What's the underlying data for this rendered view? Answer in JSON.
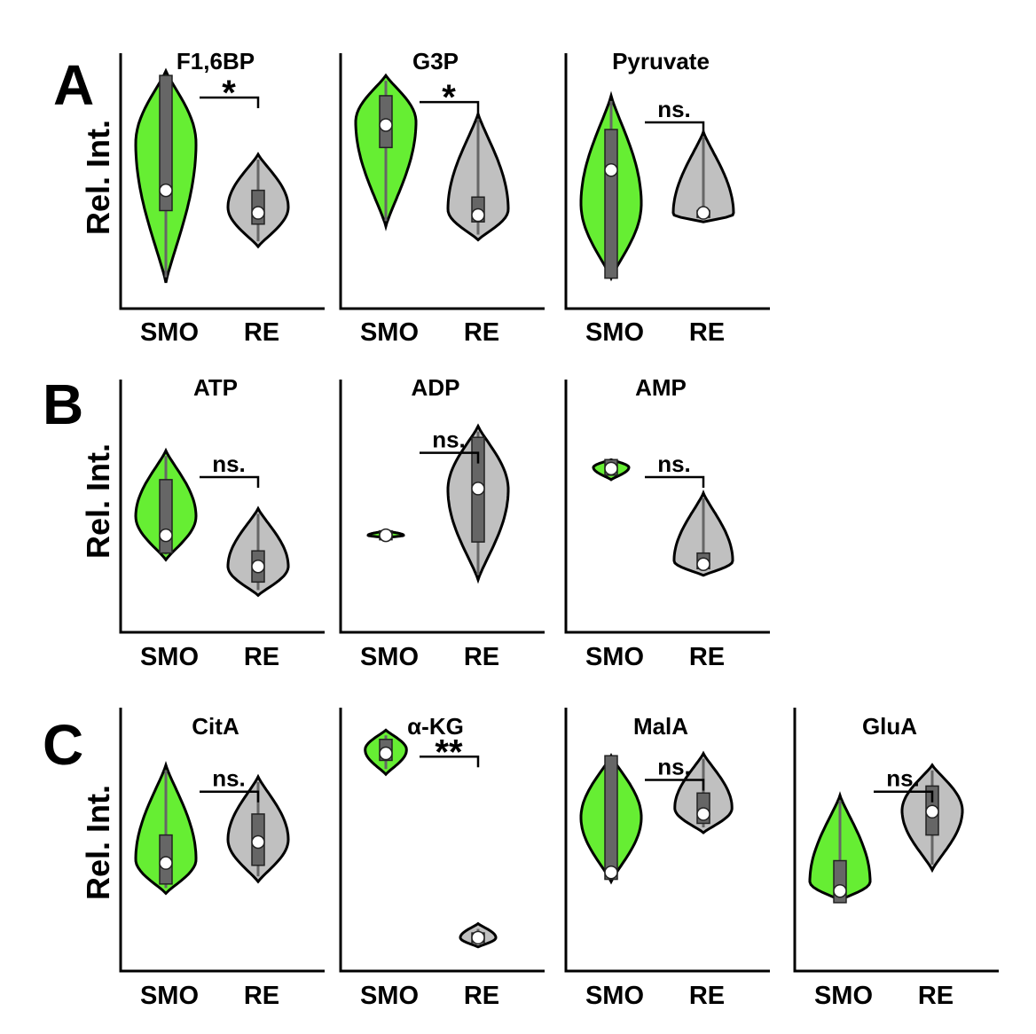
{
  "panels": [
    {
      "letter": "A",
      "ylabel": "Rel. Int."
    },
    {
      "letter": "B",
      "ylabel": "Rel. Int."
    },
    {
      "letter": "C",
      "ylabel": "Rel. Int."
    }
  ],
  "colors": {
    "SMO": "#66ee33",
    "RE": "#c0c0c0",
    "box": "#666666",
    "outline": "#000000"
  },
  "chart_data": [
    {
      "type": "violin",
      "panel": "A",
      "title": "F1,6BP",
      "categories": [
        "SMO",
        "RE"
      ],
      "significance": "*",
      "series": [
        {
          "name": "SMO",
          "min": 0.06,
          "q1": 0.38,
          "median": 0.47,
          "q3": 0.98,
          "max": 1.0
        },
        {
          "name": "RE",
          "min": 0.22,
          "q1": 0.32,
          "median": 0.37,
          "q3": 0.47,
          "max": 0.63
        }
      ]
    },
    {
      "type": "violin",
      "panel": "A",
      "title": "G3P",
      "categories": [
        "SMO",
        "RE"
      ],
      "significance": "*",
      "series": [
        {
          "name": "SMO",
          "min": 0.31,
          "q1": 0.66,
          "median": 0.76,
          "q3": 0.89,
          "max": 0.98
        },
        {
          "name": "RE",
          "min": 0.25,
          "q1": 0.33,
          "median": 0.36,
          "q3": 0.44,
          "max": 0.81
        }
      ]
    },
    {
      "type": "violin",
      "panel": "A",
      "title": "Pyruvate",
      "categories": [
        "SMO",
        "RE"
      ],
      "significance": "ns.",
      "series": [
        {
          "name": "SMO",
          "min": 0.08,
          "q1": 0.08,
          "median": 0.56,
          "q3": 0.74,
          "max": 0.89
        },
        {
          "name": "RE",
          "min": 0.33,
          "q1": 0.35,
          "median": 0.37,
          "q3": 0.38,
          "max": 0.73
        }
      ]
    },
    {
      "type": "violin",
      "panel": "B",
      "title": "ATP",
      "categories": [
        "SMO",
        "RE"
      ],
      "significance": "ns.",
      "series": [
        {
          "name": "SMO",
          "min": 0.27,
          "q1": 0.3,
          "median": 0.38,
          "q3": 0.63,
          "max": 0.76
        },
        {
          "name": "RE",
          "min": 0.11,
          "q1": 0.17,
          "median": 0.24,
          "q3": 0.31,
          "max": 0.5
        }
      ]
    },
    {
      "type": "violin",
      "panel": "B",
      "title": "ADP",
      "categories": [
        "SMO",
        "RE"
      ],
      "significance": "ns.",
      "series": [
        {
          "name": "SMO",
          "min": 0.37,
          "q1": 0.36,
          "median": 0.38,
          "q3": 0.4,
          "max": 0.4
        },
        {
          "name": "RE",
          "min": 0.18,
          "q1": 0.35,
          "median": 0.59,
          "q3": 0.82,
          "max": 0.87
        }
      ]
    },
    {
      "type": "violin",
      "panel": "B",
      "title": "AMP",
      "categories": [
        "SMO",
        "RE"
      ],
      "significance": "ns.",
      "series": [
        {
          "name": "SMO",
          "min": 0.63,
          "q1": 0.65,
          "median": 0.68,
          "q3": 0.72,
          "max": 0.72
        },
        {
          "name": "RE",
          "min": 0.2,
          "q1": 0.23,
          "median": 0.25,
          "q3": 0.3,
          "max": 0.57
        }
      ]
    },
    {
      "type": "violin",
      "panel": "C",
      "title": "CitA",
      "categories": [
        "SMO",
        "RE"
      ],
      "significance": "ns.",
      "series": [
        {
          "name": "SMO",
          "min": 0.28,
          "q1": 0.32,
          "median": 0.41,
          "q3": 0.53,
          "max": 0.83
        },
        {
          "name": "RE",
          "min": 0.33,
          "q1": 0.4,
          "median": 0.5,
          "q3": 0.62,
          "max": 0.78
        }
      ]
    },
    {
      "type": "violin",
      "panel": "C",
      "title": "α-KG",
      "categories": [
        "SMO",
        "RE"
      ],
      "significance": "**",
      "series": [
        {
          "name": "SMO",
          "min": 0.79,
          "q1": 0.85,
          "median": 0.88,
          "q3": 0.94,
          "max": 0.98
        },
        {
          "name": "RE",
          "min": 0.05,
          "q1": 0.07,
          "median": 0.09,
          "q3": 0.11,
          "max": 0.15
        }
      ]
    },
    {
      "type": "violin",
      "panel": "C",
      "title": "MalA",
      "categories": [
        "SMO",
        "RE"
      ],
      "significance": "ns.",
      "series": [
        {
          "name": "SMO",
          "min": 0.33,
          "q1": 0.34,
          "median": 0.37,
          "q3": 0.87,
          "max": 0.87
        },
        {
          "name": "RE",
          "min": 0.54,
          "q1": 0.58,
          "median": 0.62,
          "q3": 0.71,
          "max": 0.88
        }
      ]
    },
    {
      "type": "violin",
      "panel": "C",
      "title": "GluA",
      "categories": [
        "SMO",
        "RE"
      ],
      "significance": "ns.",
      "series": [
        {
          "name": "SMO",
          "min": 0.25,
          "q1": 0.24,
          "median": 0.29,
          "q3": 0.42,
          "max": 0.7
        },
        {
          "name": "RE",
          "min": 0.38,
          "q1": 0.53,
          "median": 0.63,
          "q3": 0.74,
          "max": 0.83
        }
      ]
    }
  ]
}
